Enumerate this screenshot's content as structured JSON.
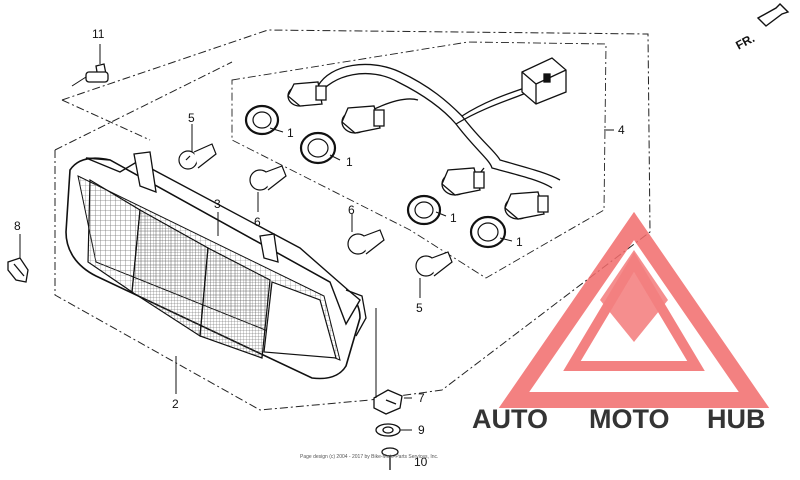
{
  "diagram": {
    "fr_label": "FR.",
    "callouts": {
      "c1a": "1",
      "c1b": "1",
      "c1c": "1",
      "c1d": "1",
      "c2": "2",
      "c3": "3",
      "c4": "4",
      "c5a": "5",
      "c5b": "5",
      "c6a": "6",
      "c6b": "6",
      "c7": "7",
      "c8": "8",
      "c9": "9",
      "c10": "10",
      "c11": "11"
    },
    "footer": "Page design (c) 2004 - 2017 by Bike-Moto-Parts Services, Inc."
  },
  "watermark": {
    "word_a": "AUTO",
    "word_b": "MOTO",
    "word_c": "HUB",
    "colors": {
      "orange": "#f5a63c",
      "red": "#ef6b67",
      "gray": "#6b6b6b",
      "triangle": "#f26c6c"
    }
  }
}
